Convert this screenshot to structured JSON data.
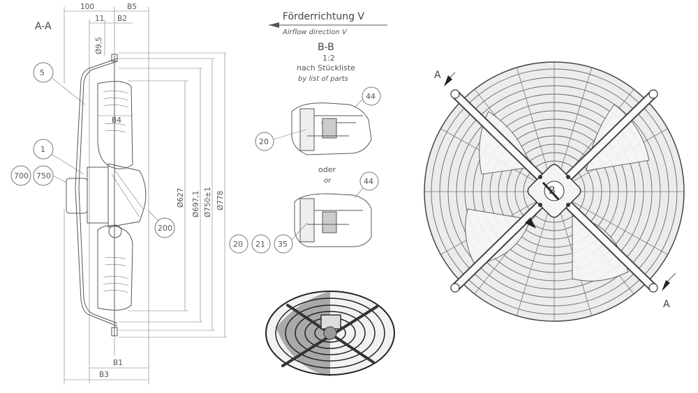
{
  "section_view": {
    "title": "A-A",
    "dims_top": [
      "100",
      "11",
      "B5",
      "B2",
      "Ø9,5"
    ],
    "dims_bottom": [
      "B1",
      "B3"
    ],
    "dims_vertical": [
      "Ø627",
      "Ø697,1",
      "Ø750±1",
      "Ø778"
    ],
    "b4": "B4",
    "bubbles": [
      "5",
      "1",
      "700",
      "750",
      "200"
    ]
  },
  "airflow": {
    "de": "Förderrichtung V",
    "en": "Airflow direction V"
  },
  "detail": {
    "title": "B-B",
    "scale": "1:2",
    "note_de": "nach Stückliste",
    "note_en": "by list of parts",
    "bubbles_top": [
      "44",
      "20"
    ],
    "oder": "oder",
    "or": "or",
    "bubbles_bottom": [
      "44",
      "20",
      "21",
      "35"
    ]
  },
  "front_view": {
    "section_mark_a_top": "A",
    "section_mark_a_bottom": "A",
    "detail_mark": "B"
  }
}
